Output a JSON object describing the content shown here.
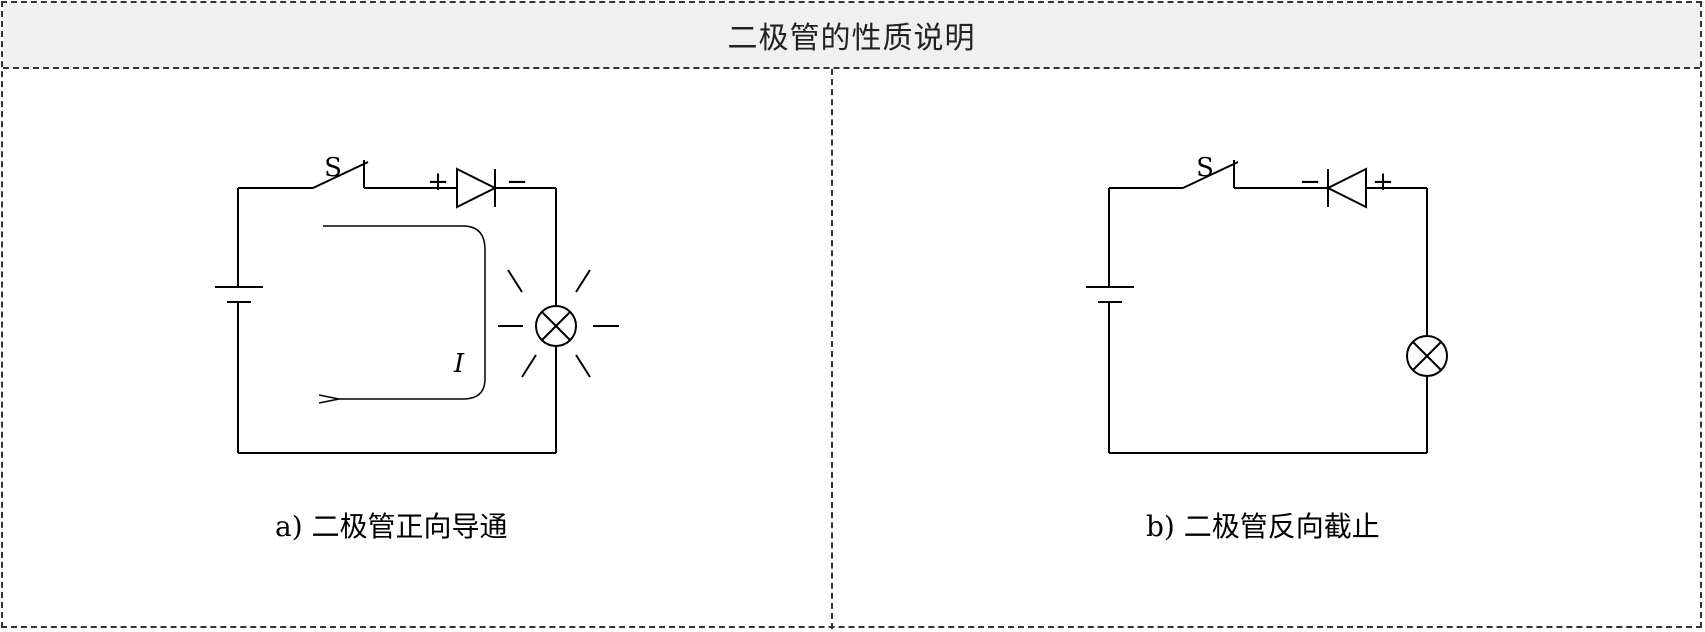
{
  "header": {
    "title": "二极管的性质说明"
  },
  "panel_a": {
    "caption": "a) 二极管正向导通",
    "switch_label": "S",
    "diode_plus": "+",
    "diode_minus": "−",
    "current_label": "I"
  },
  "panel_b": {
    "caption": "b) 二极管反向截止",
    "switch_label": "S",
    "diode_minus": "−",
    "diode_plus": "+"
  }
}
